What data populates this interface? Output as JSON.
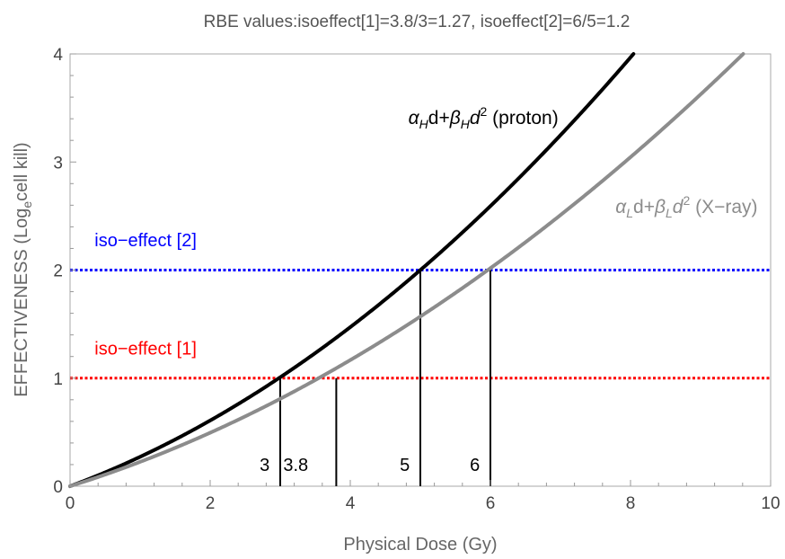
{
  "chart_data": {
    "type": "line",
    "title": "RBE values:isoeffect[1]=3.8/3=1.27, isoeffect[2]=6/5=1.2",
    "xlabel": "Physical Dose (Gy)",
    "ylabel": {
      "main": "EFFECTIVENESS (Log",
      "subscript": "e",
      "tail": "cell kill)"
    },
    "xlim": [
      0,
      10
    ],
    "ylim": [
      0,
      4
    ],
    "xticks": [
      0,
      2,
      4,
      6,
      8,
      10
    ],
    "yticks": [
      0,
      1,
      2,
      3,
      4
    ],
    "grid": false,
    "series": [
      {
        "key": "proton",
        "color": "#000000",
        "alpha": 0.24,
        "beta": 0.032,
        "label": {
          "a": "α",
          "asub": "H",
          "mid": "d+",
          "b": "β",
          "bsub": "H",
          "d": "d",
          "exp": "2",
          "tail": " (proton)"
        },
        "label_color": "#000000",
        "label_at": [
          5.9,
          3.35
        ]
      },
      {
        "key": "xray",
        "color": "#8c8c8c",
        "alpha": 0.203,
        "beta": 0.0222,
        "label": {
          "a": "α",
          "asub": "L",
          "mid": "d+",
          "b": "β",
          "bsub": "L",
          "d": "d",
          "exp": "2",
          "tail": " (X−ray)"
        },
        "label_color": "#8c8c8c",
        "label_at": [
          8.8,
          2.53
        ]
      }
    ],
    "isoeffects": [
      {
        "y": 1,
        "label": "iso−effect [1]",
        "color": "#ff0000",
        "label_at": [
          0.35,
          1.22
        ]
      },
      {
        "y": 2,
        "label": "iso−effect [2]",
        "color": "#0000ff",
        "label_at": [
          0.35,
          2.22
        ]
      }
    ],
    "dose_lines": [
      {
        "x": 3,
        "y": 1,
        "label": "3",
        "label_x": 2.85
      },
      {
        "x": 3.8,
        "y": 1,
        "label": "3.8",
        "label_x": 3.4
      },
      {
        "x": 5,
        "y": 2,
        "label": "5",
        "label_x": 4.85
      },
      {
        "x": 6,
        "y": 2,
        "label": "6",
        "label_x": 5.85
      }
    ],
    "dose_label_y": 0.2
  }
}
